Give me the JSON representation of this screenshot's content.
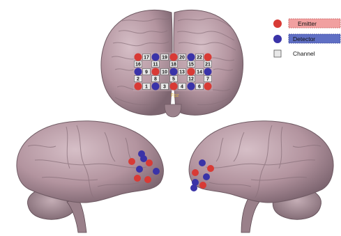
{
  "legend": {
    "emitter_label": "Emitter",
    "detector_label": "Detector",
    "channel_label": "Channel"
  },
  "landmark": {
    "label": "Fpz"
  },
  "colors": {
    "emitter": "#d83a35",
    "detector": "#3a33a8",
    "brain": "#b89aa4",
    "emitter_legend_bg": "#f1a0a0",
    "detector_legend_bg": "#5f6fc4",
    "channel": "#e8e8e8"
  },
  "channels": [
    "17",
    "19",
    "20",
    "22",
    "16",
    "11",
    "18",
    "15",
    "21",
    "9",
    "10",
    "13",
    "14",
    "2",
    "8",
    "5",
    "12",
    "7",
    "1",
    "3",
    "4",
    "6"
  ]
}
